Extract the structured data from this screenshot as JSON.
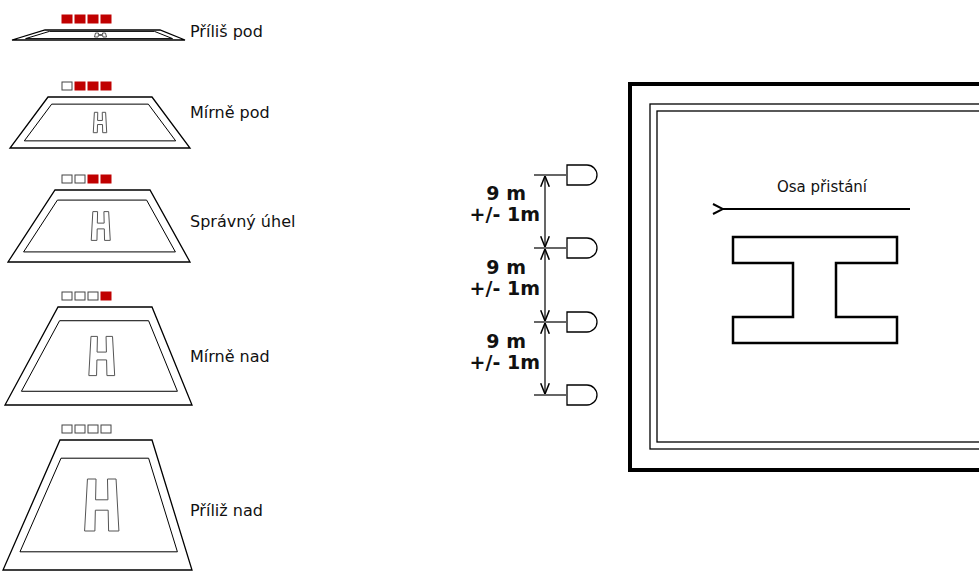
{
  "diagram": {
    "nodes": [
      {
        "text": [
          "Osa přistání"
        ]
      }
    ],
    "labels": [
      "Příliš pod",
      "Mírně pod",
      "Správný úhel",
      "Mírně nad",
      "Příliž nad",
      "9 m",
      "+/- 1m",
      "9 m",
      "+/- 1m",
      "9 m",
      "+/- 1m"
    ]
  }
}
